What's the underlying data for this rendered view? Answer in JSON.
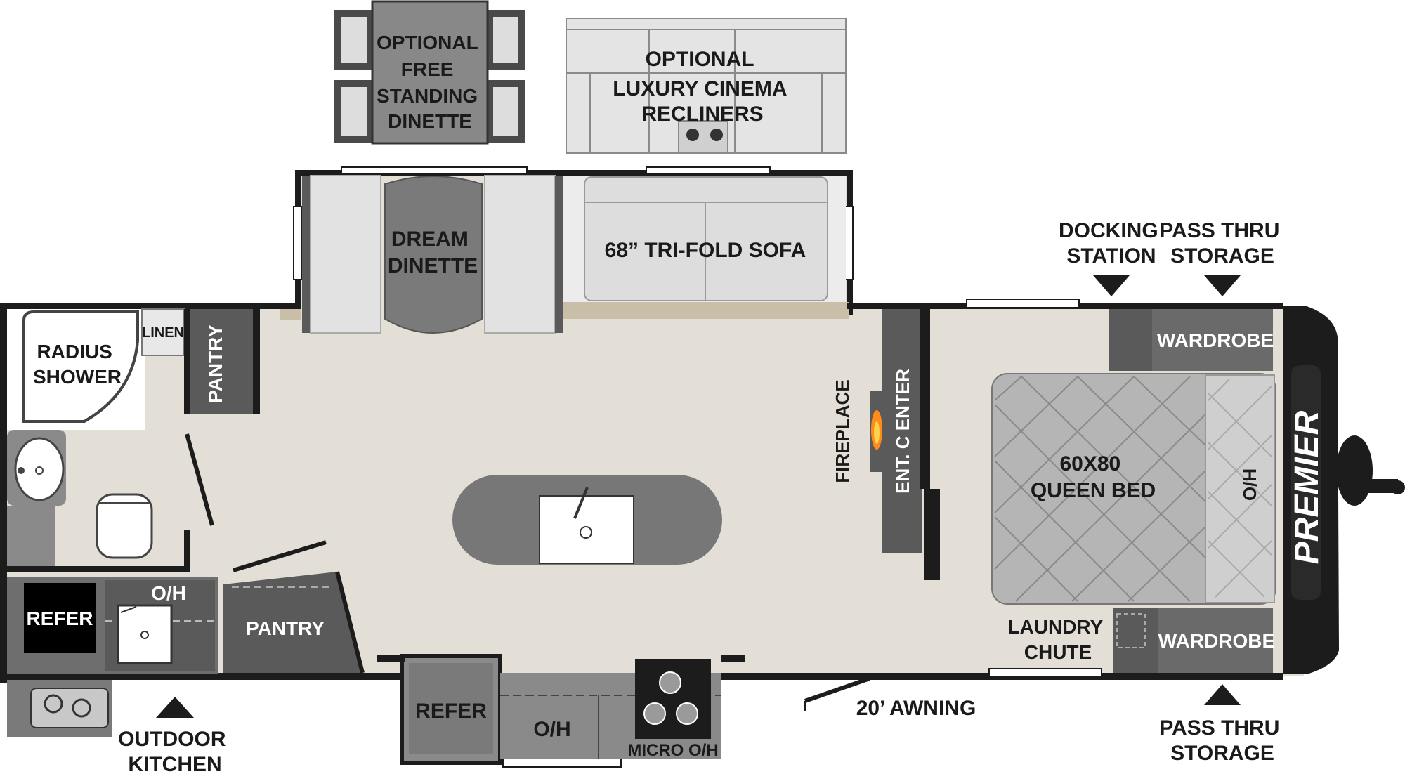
{
  "labels": {
    "optional_dinette": [
      "OPTIONAL",
      "FREE",
      "STANDING",
      "DINETTE"
    ],
    "optional_recliners": [
      "OPTIONAL",
      "LUXURY CINEMA",
      "RECLINERS"
    ],
    "dream_dinette": [
      "DREAM",
      "DINETTE"
    ],
    "sofa": "68” TRI-FOLD SOFA",
    "radius_shower": [
      "RADIUS",
      "SHOWER"
    ],
    "linen": "LINEN",
    "pantry_bath": "PANTRY",
    "pantry_kitchen": "PANTRY",
    "refer_outdoor": "REFER",
    "oh_outdoor": "O/H",
    "refer_kitchen": "REFER",
    "oh_kitchen": "O/H",
    "micro_oh": "MICRO O/H",
    "fireplace": "FIREPLACE",
    "ent_center": "ENT. C ENTER",
    "bed": [
      "60X80",
      "QUEEN BED"
    ],
    "ho": "H/O",
    "wardrobe_top": "WARDROBE",
    "wardrobe_bottom": "WARDROBE",
    "laundry": [
      "LAUNDRY",
      "CHUTE"
    ],
    "brand": "PREMIER"
  },
  "callouts": {
    "docking_station": [
      "DOCKING",
      "STATION"
    ],
    "pass_thru_top": [
      "PASS THRU",
      "STORAGE"
    ],
    "pass_thru_bottom": [
      "PASS THRU",
      "STORAGE"
    ],
    "outdoor_kitchen": [
      "OUTDOOR",
      "KITCHEN"
    ],
    "awning": "20’ AWNING"
  },
  "colors": {
    "floor": "#e3dfd7",
    "wall": "#1c1c1c",
    "cabinet_dark": "#5a5a5a",
    "cabinet_mid": "#8a8a8a",
    "sofa_light": "#dcdcdc",
    "bed": "#b5b5b5",
    "counter": "#777777"
  }
}
